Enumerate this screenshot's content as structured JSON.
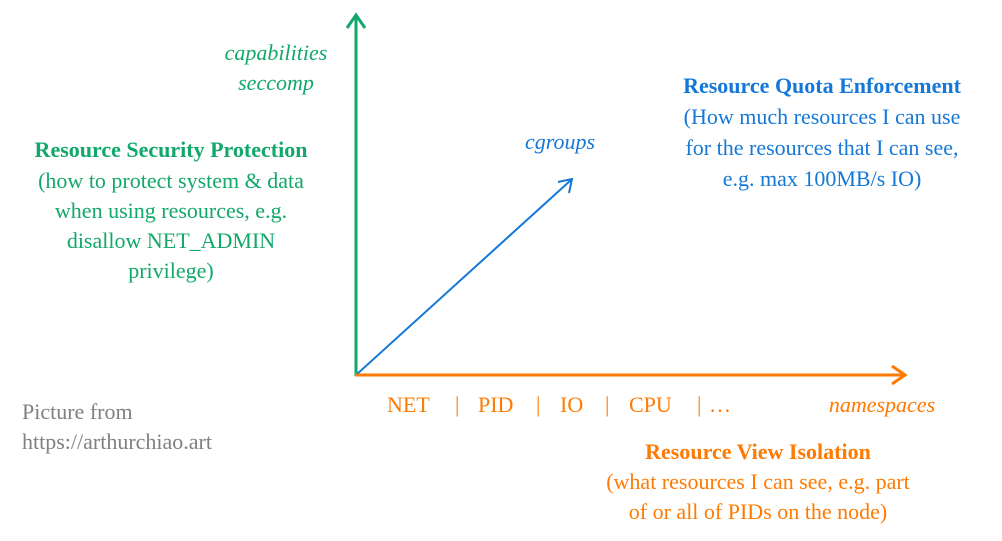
{
  "colors": {
    "security": "#12a86b",
    "quota": "#1478d8",
    "isolation": "#ff7a00",
    "credit": "#808080"
  },
  "y_axis": {
    "labels": [
      "capabilities",
      "seccomp"
    ],
    "title": "Resource Security Protection",
    "description": [
      "(how to protect system & data",
      "when using resources, e.g.",
      "disallow NET_ADMIN",
      "privilege)"
    ]
  },
  "diagonal_axis": {
    "label": "cgroups",
    "title": "Resource Quota Enforcement",
    "description": [
      "(How much resources I can use",
      "for the resources that I can see,",
      "e.g. max 100MB/s IO)"
    ]
  },
  "x_axis": {
    "label": "namespaces",
    "items": [
      "NET",
      "PID",
      "IO",
      "CPU",
      "…"
    ],
    "title": "Resource View Isolation",
    "description": [
      "(what resources I can see, e.g. part",
      "of or all of PIDs on the node)"
    ]
  },
  "credit": [
    "Picture from",
    "https://arthurchiao.art"
  ]
}
